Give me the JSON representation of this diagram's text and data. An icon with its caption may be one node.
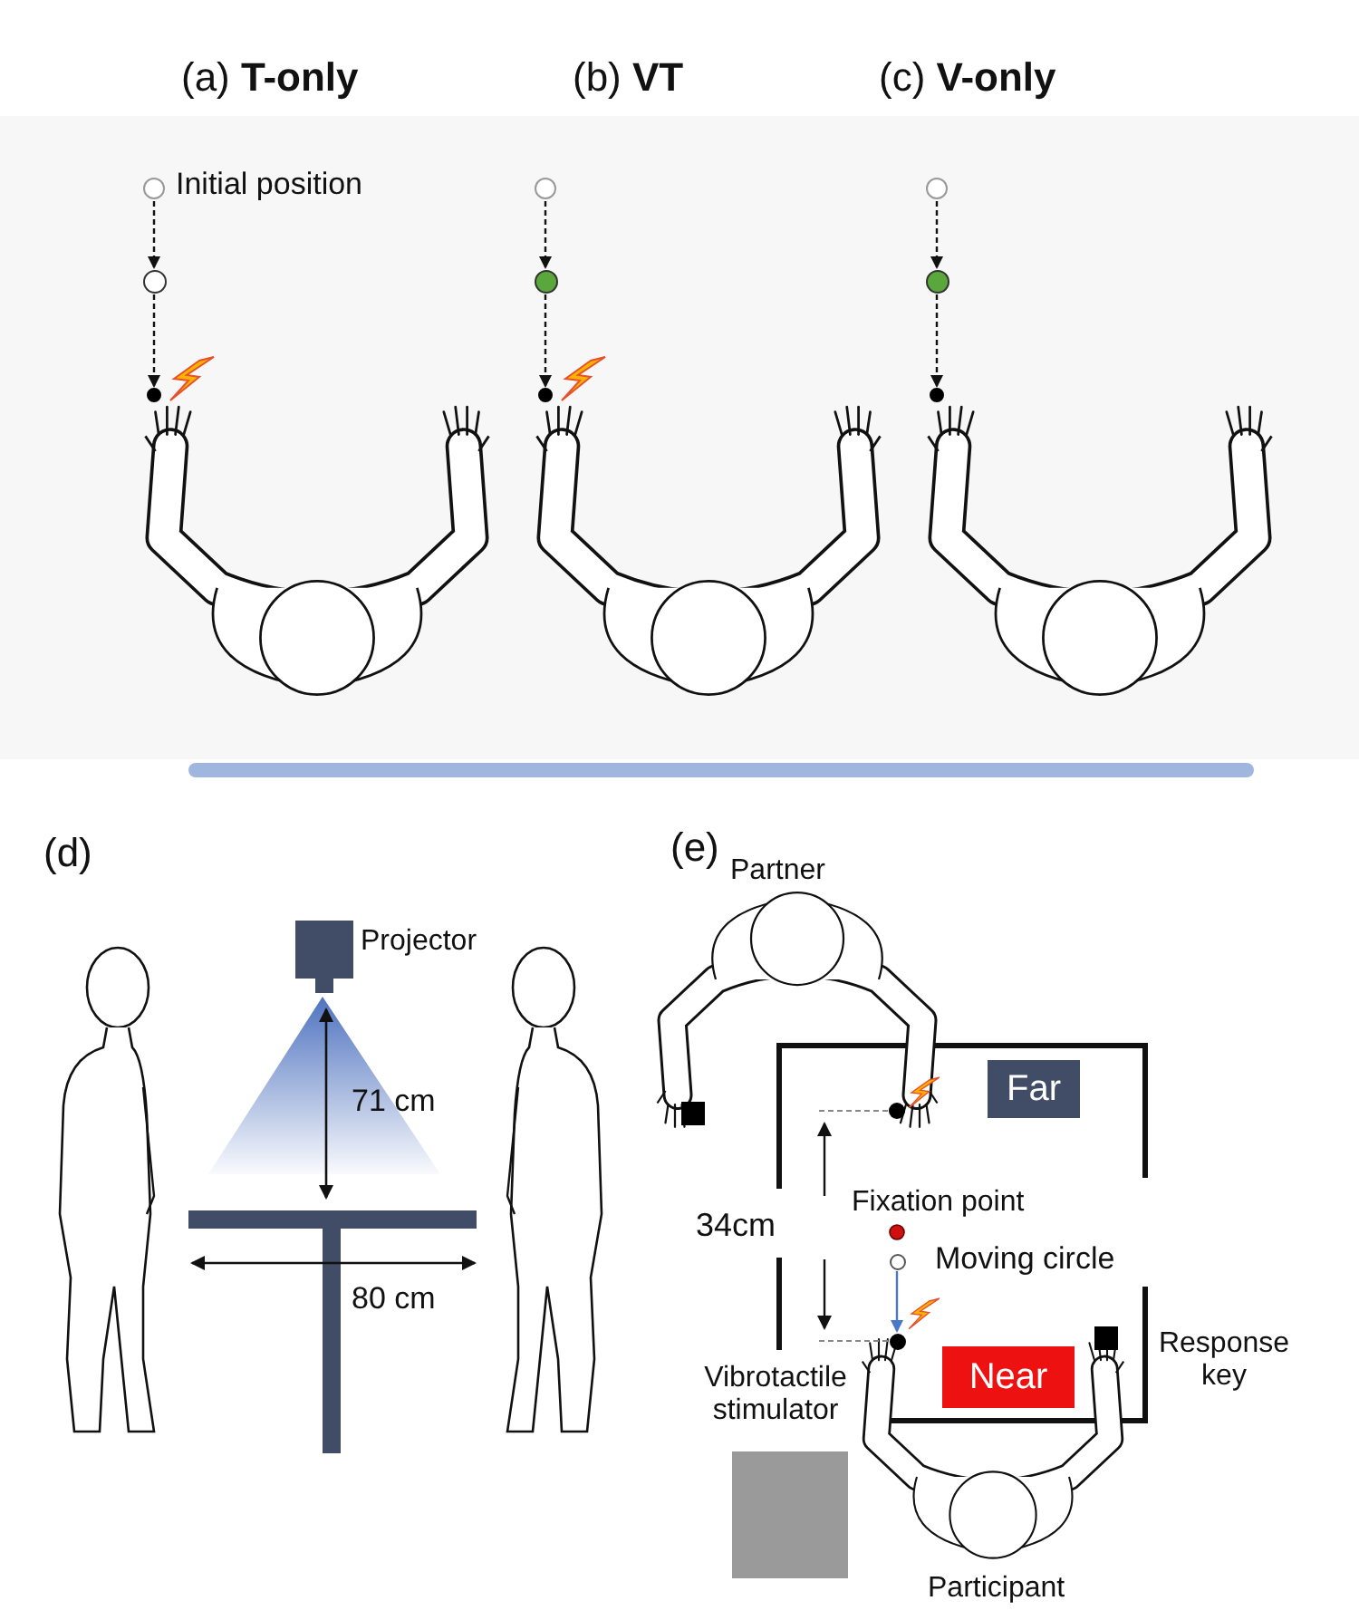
{
  "diagram": {
    "nodes": [
      {
        "text": [],
        "shape": "circle",
        "beside": [
          "Initial position"
        ]
      },
      {
        "text": [],
        "shape": "circle"
      },
      {
        "text": [],
        "shape": "circle"
      },
      {
        "text": [],
        "shape": "circle"
      },
      {
        "text": [],
        "shape": "circle"
      },
      {
        "text": [],
        "shape": "circle"
      },
      {
        "text": [],
        "shape": "circle"
      },
      {
        "text": [],
        "shape": "circle"
      },
      {
        "text": [],
        "shape": "circle"
      },
      {
        "text": [
          "Far"
        ]
      },
      {
        "text": [
          "Near"
        ]
      },
      {
        "text": [],
        "shape": "circle",
        "beside": [
          "Moving circle"
        ]
      },
      {
        "text": [],
        "shape": "circle"
      }
    ],
    "edges": [
      {
        "from": 0,
        "to": 1,
        "arrow": "to",
        "style": "dashed"
      },
      {
        "from": 1,
        "to": 2,
        "arrow": "to",
        "style": "dashed"
      },
      {
        "from": 3,
        "to": 4,
        "arrow": "to",
        "style": "dashed"
      },
      {
        "from": 4,
        "to": 5,
        "arrow": "to",
        "style": "dashed"
      },
      {
        "from": 6,
        "to": 7,
        "arrow": "to",
        "style": "dashed"
      },
      {
        "from": 7,
        "to": 8,
        "arrow": "to",
        "style": "dashed"
      },
      {
        "from": 11,
        "to": 12,
        "arrow": "to",
        "color": "#4a78c8"
      }
    ],
    "labels": [
      "(a) **T-only**",
      "(b) **VT**",
      "(c) **V-only**",
      "(d)",
      "(e)",
      "Projector",
      "71 cm",
      "80 cm",
      "Partner",
      "Fixation point",
      "34cm",
      "Response key",
      "Vibrotactile stimulator",
      "Participant"
    ]
  }
}
